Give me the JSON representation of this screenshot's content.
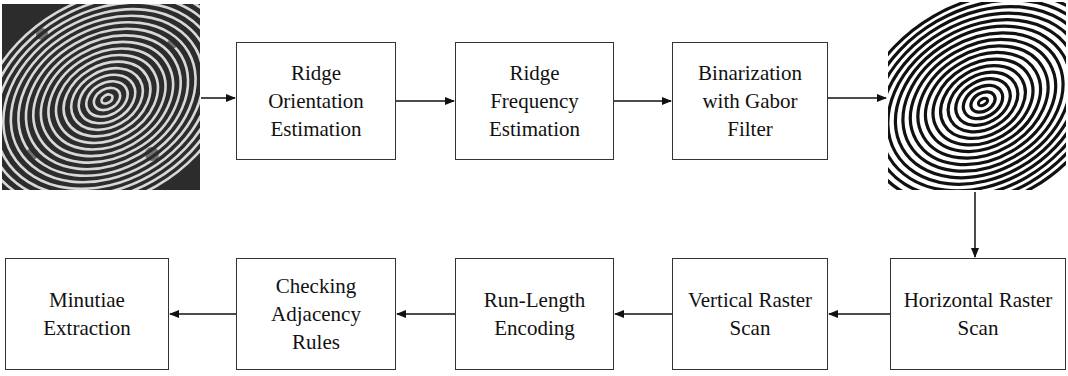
{
  "diagram": {
    "nodes": [
      {
        "text": [
          "Ridge Orientation Estimation"
        ]
      },
      {
        "text": [
          "Ridge Frequency Estimation"
        ]
      },
      {
        "text": [
          "Binarization with Gabor Filter"
        ]
      },
      {
        "text": [
          "Minutiae Extraction"
        ]
      },
      {
        "text": [
          "Checking Adjacency Rules"
        ]
      },
      {
        "text": [
          "Run-Length Encoding"
        ]
      },
      {
        "text": [
          "Vertical Raster Scan"
        ]
      },
      {
        "text": [
          "Horizontal Raster Scan"
        ]
      }
    ],
    "edges": [
      {
        "from": 0,
        "to": 1,
        "arrow": "to"
      },
      {
        "from": 1,
        "to": 2,
        "arrow": "to"
      },
      {
        "from": 7,
        "to": 6,
        "arrow": "to"
      },
      {
        "from": 6,
        "to": 5,
        "arrow": "to"
      },
      {
        "from": 5,
        "to": 4,
        "arrow": "to"
      },
      {
        "from": 4,
        "to": 3,
        "arrow": "to"
      }
    ]
  }
}
